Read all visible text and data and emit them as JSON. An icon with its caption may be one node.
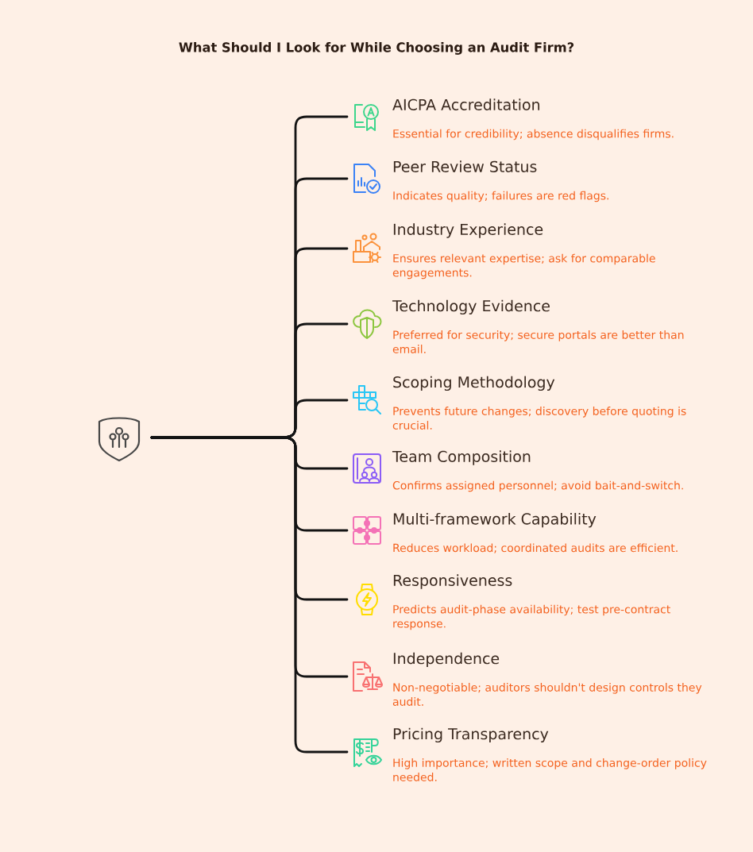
{
  "diagram": {
    "title": "What Should I Look for While Choosing an Audit Firm?",
    "nodes": [
      {
        "text": [],
        "shape": "picture"
      },
      {
        "text": [
          "AICPA Accreditation",
          "Essential for credibility; absence disqualifies firms."
        ]
      },
      {
        "text": [
          "Peer Review Status",
          "Indicates quality; failures are red flags."
        ]
      },
      {
        "text": [
          "Industry Experience",
          "Ensures relevant expertise; ask for comparable engagements."
        ]
      },
      {
        "text": [
          "Technology Evidence",
          "Preferred for security; secure portals are better than email."
        ]
      },
      {
        "text": [
          "Scoping Methodology",
          "Prevents future changes; discovery before quoting is crucial."
        ]
      },
      {
        "text": [
          "Team Composition",
          "Confirms assigned personnel; avoid bait-and-switch."
        ]
      },
      {
        "text": [
          "Multi-framework Capability",
          "Reduces workload; coordinated audits are efficient."
        ]
      },
      {
        "text": [
          "Responsiveness",
          "Predicts audit-phase availability; test pre-contract response."
        ]
      },
      {
        "text": [
          "Independence",
          "Non-negotiable; auditors shouldn't design controls they audit."
        ]
      },
      {
        "text": [
          "Pricing Transparency",
          "High importance; written scope and change-order policy needed."
        ]
      }
    ],
    "edges": [
      {
        "from": 0,
        "to": 1,
        "arrow": "none"
      },
      {
        "from": 0,
        "to": 2,
        "arrow": "none"
      },
      {
        "from": 0,
        "to": 3,
        "arrow": "none"
      },
      {
        "from": 0,
        "to": 4,
        "arrow": "none"
      },
      {
        "from": 0,
        "to": 5,
        "arrow": "none"
      },
      {
        "from": 0,
        "to": 6,
        "arrow": "none"
      },
      {
        "from": 0,
        "to": 7,
        "arrow": "none"
      },
      {
        "from": 0,
        "to": 8,
        "arrow": "none"
      },
      {
        "from": 0,
        "to": 9,
        "arrow": "none"
      },
      {
        "from": 0,
        "to": 10,
        "arrow": "none"
      }
    ]
  }
}
